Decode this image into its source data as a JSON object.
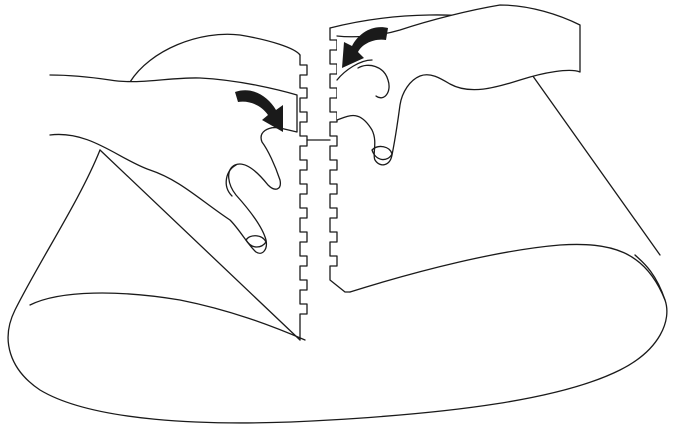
{
  "figure": {
    "stroke_color": "#1a1a1a",
    "background": "#ffffff",
    "elements": [
      "sheet-left",
      "sheet-right",
      "interlocking-seam",
      "left-hand",
      "right-hand",
      "left-arrow",
      "right-arrow"
    ],
    "icons": [
      "curved-arrow-down-right-icon",
      "curved-arrow-down-left-icon"
    ]
  }
}
